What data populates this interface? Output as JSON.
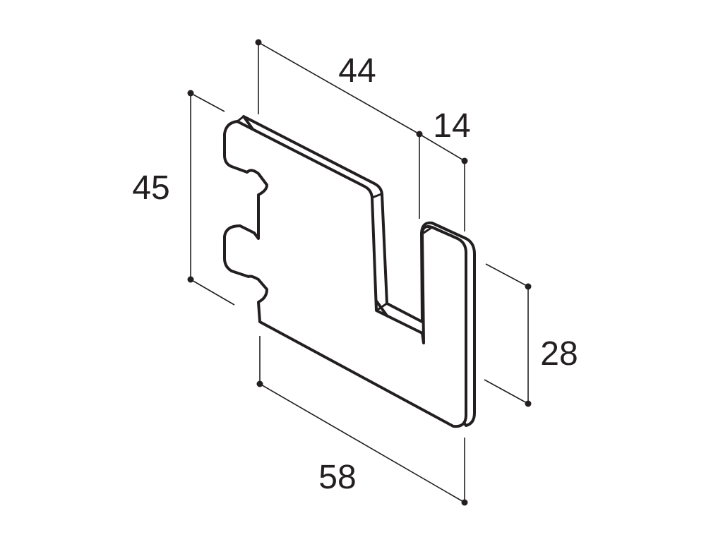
{
  "diagram": {
    "part_name": "",
    "dimensions": {
      "width_top": "44",
      "depth_top": "14",
      "height_left": "45",
      "height_right": "28",
      "width_bottom": "58"
    },
    "colors": {
      "line": "#231f20",
      "background": "#ffffff"
    }
  }
}
